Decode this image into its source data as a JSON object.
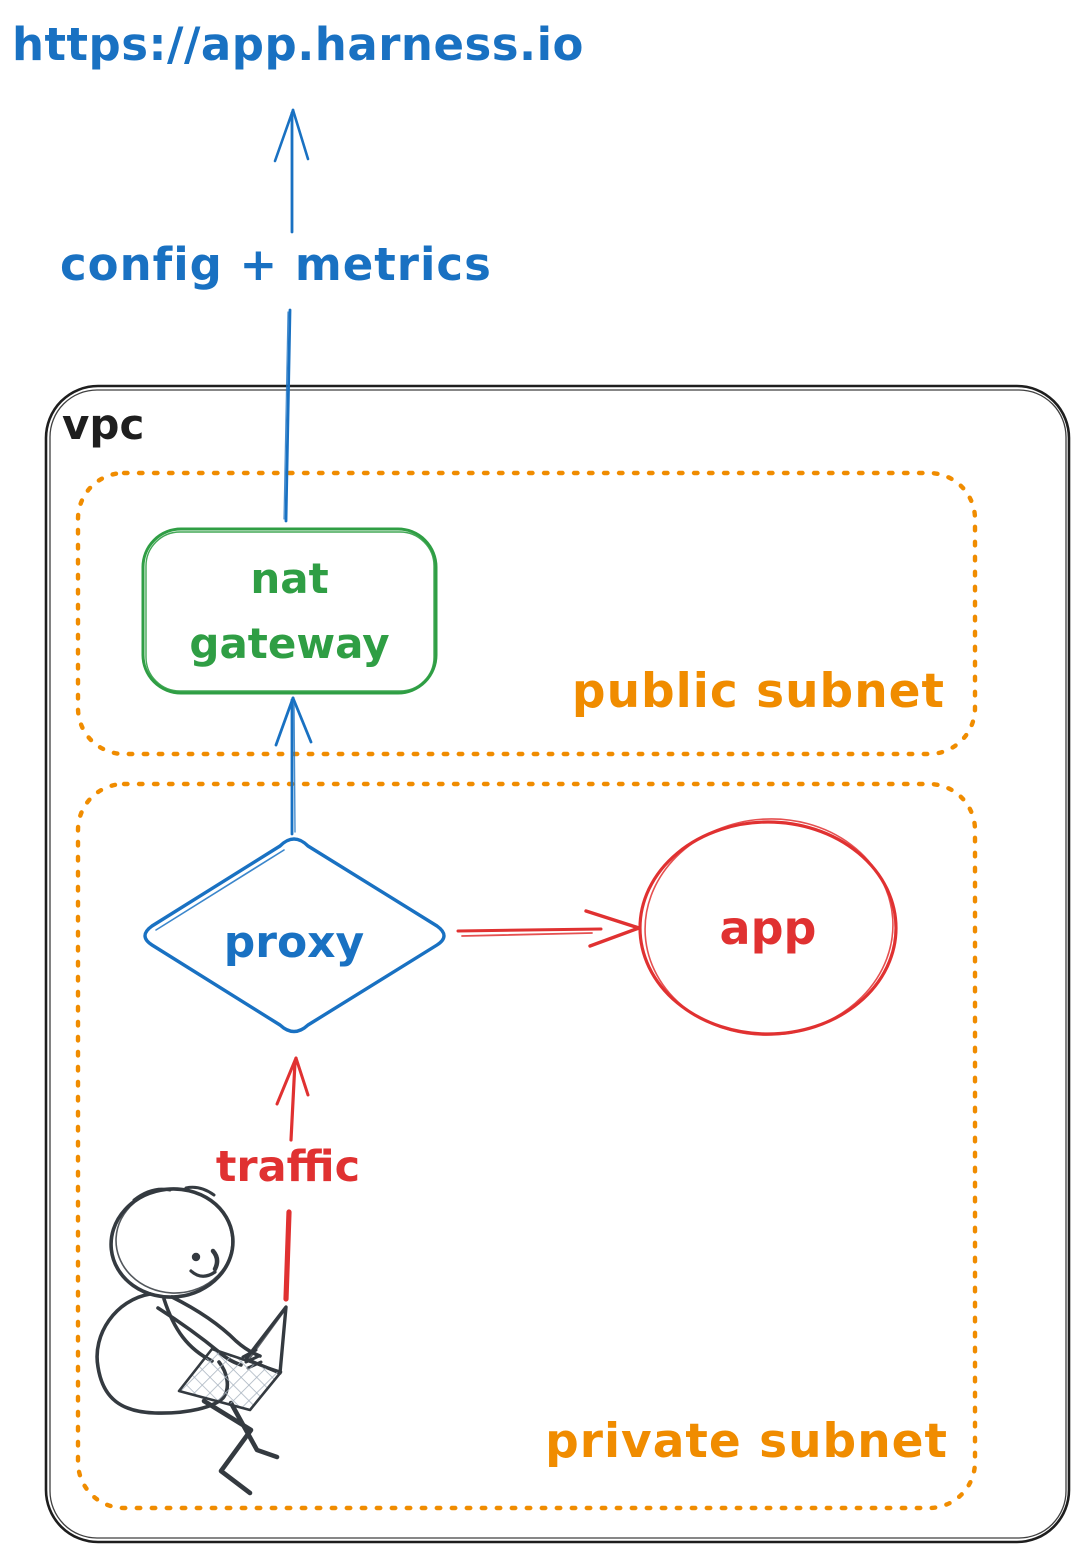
{
  "labels": {
    "url": "https://app.harness.io",
    "config_metrics": "config + metrics",
    "vpc": "vpc",
    "nat_gateway_line1": "nat",
    "nat_gateway_line2": "gateway",
    "public_subnet": "public subnet",
    "proxy": "proxy",
    "app": "app",
    "traffic": "traffic",
    "private_subnet": "private subnet"
  },
  "colors": {
    "blue": "#1971c2",
    "green": "#2f9e44",
    "orange": "#f08c00",
    "red": "#e03131",
    "ink": "#1e1e1e",
    "figure": "#343a40",
    "hatch": "#a9b4c0"
  }
}
